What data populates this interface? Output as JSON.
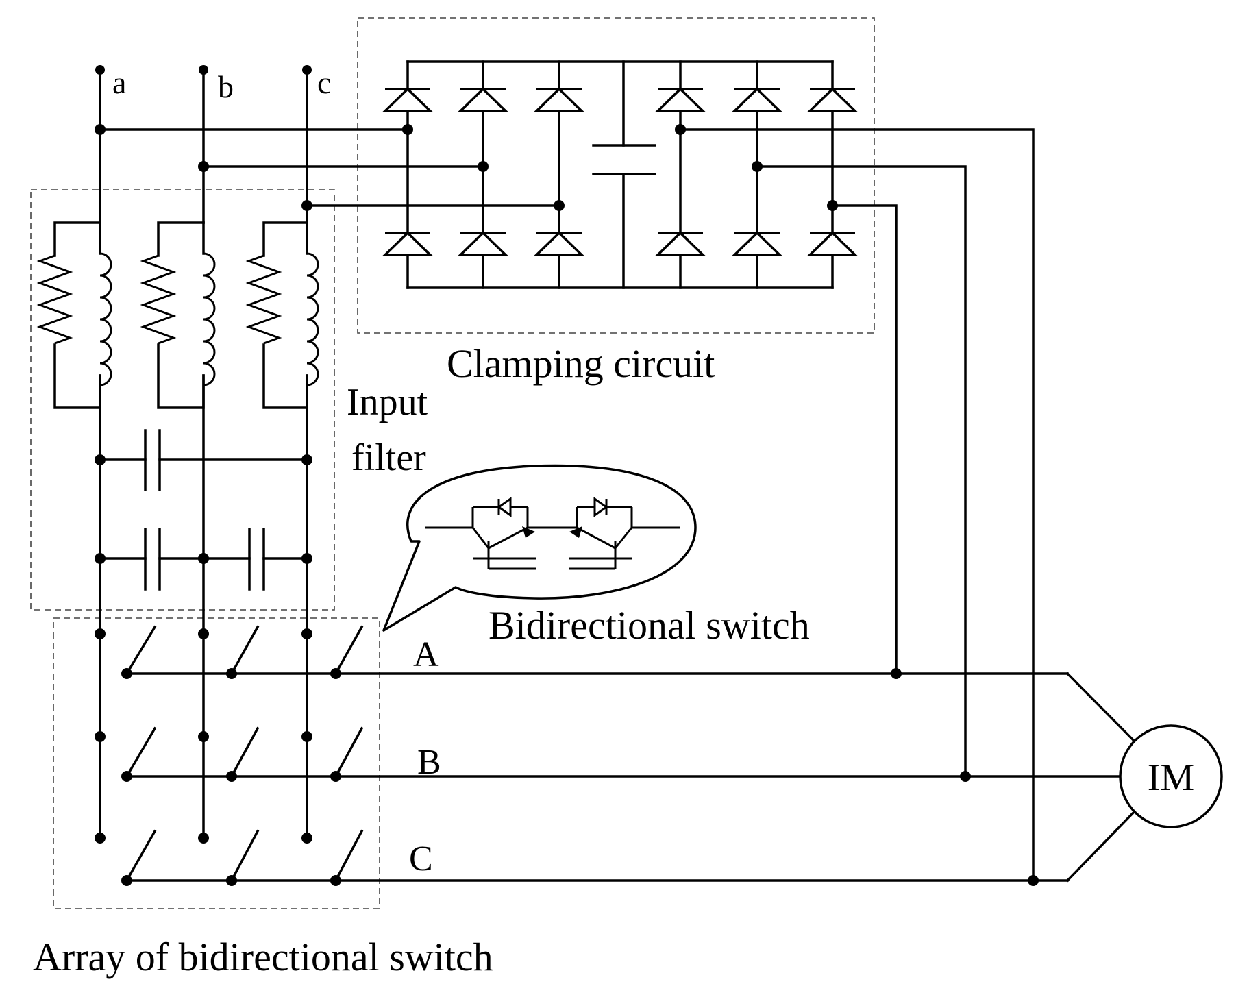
{
  "nodes": {
    "input_a": "a",
    "input_b": "b",
    "input_c": "c"
  },
  "outputs": {
    "phase_A": "A",
    "phase_B": "B",
    "phase_C": "C"
  },
  "motor": "IM",
  "blocks": {
    "clamping": "Clamping circuit",
    "filter_line1": "Input",
    "filter_line2": "filter",
    "switch_callout": "Bidirectional switch",
    "switch_array": "Array of bidirectional switch"
  },
  "colors": {
    "wire": "#000000",
    "dashed_box": "#444444",
    "background": "#ffffff"
  }
}
